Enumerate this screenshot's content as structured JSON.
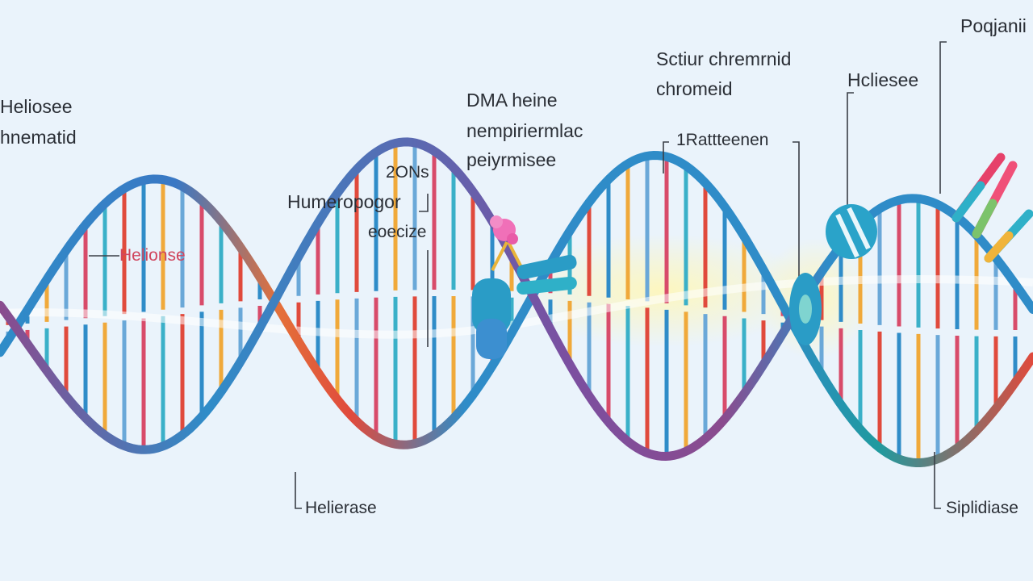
{
  "labels": {
    "left_top": [
      "Heliosee",
      "hnematid"
    ],
    "left_helix": "Helionse",
    "center_small": [
      "2ONs",
      "Humeropogor",
      "eoecize"
    ],
    "center_polymerase": [
      "DMA  heine",
      "nempiriermlac",
      "peiyrmisee"
    ],
    "top_chromatid": [
      "Sctiur chremrnid",
      "chromeid"
    ],
    "center_upper": "1Rattteenen",
    "right_helicase": "Hcliesee",
    "top_right": "Poqjanii",
    "bottom_center": "Helierase",
    "bottom_right": "Siplidiase"
  },
  "colors": {
    "background": "#eaf3fb",
    "strand_blue": "#2f8cc8",
    "strand_orange": "#e4703a",
    "strand_purple": "#8a4b8e",
    "label_red": "#d0465e",
    "enzyme_teal": "#2a9cc6"
  }
}
